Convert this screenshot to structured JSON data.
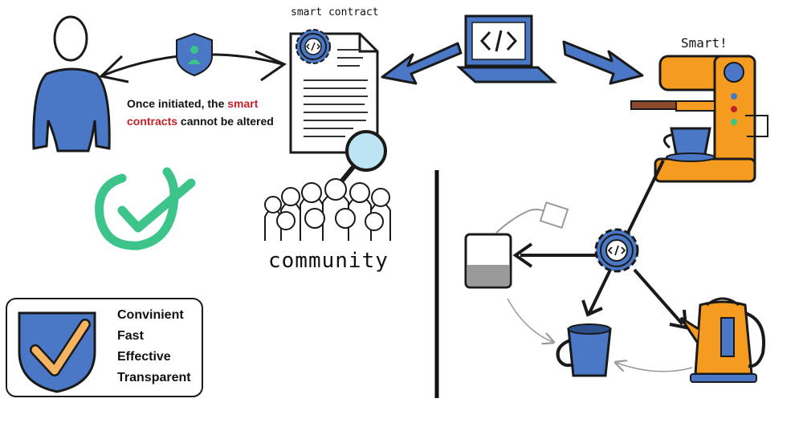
{
  "labels": {
    "smart_contract": "smart contract",
    "note_line1_a": "Once initiated, the ",
    "note_line1_b": "smart",
    "note_line2_a": "contracts",
    "note_line2_b": " cannot be altered",
    "community": "community",
    "smart_machine": "Smart!"
  },
  "benefits": [
    "Convinient",
    "Fast",
    "Effective",
    "Transparent"
  ],
  "colors": {
    "blue": "#4a78c7",
    "dark_outline": "#1a1a1a",
    "green": "#3cc48a",
    "orange": "#f5a623",
    "accent_red": "#c2212c"
  }
}
